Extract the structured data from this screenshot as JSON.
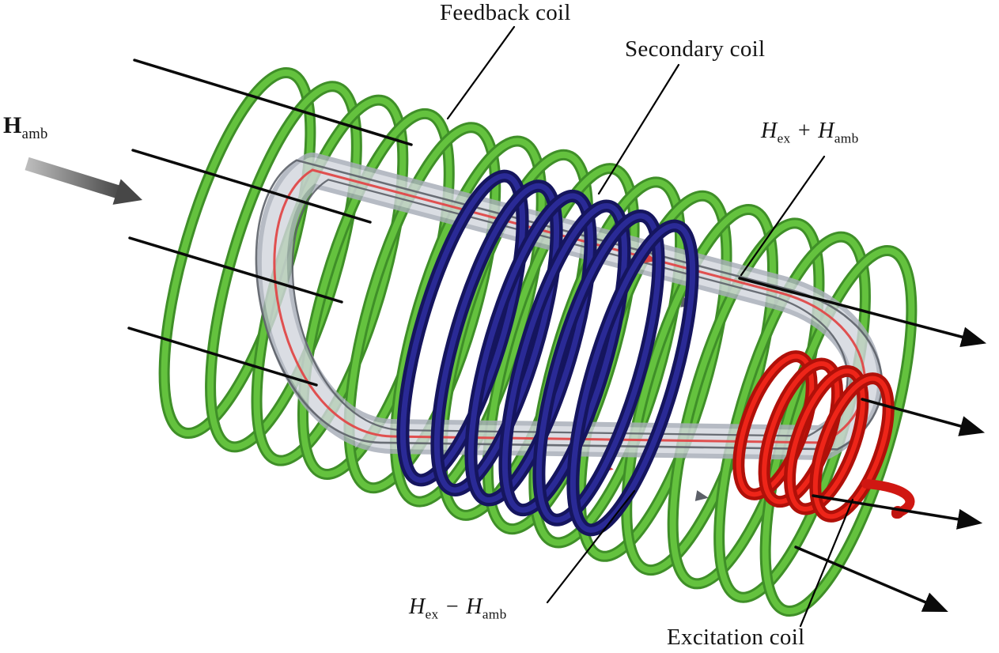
{
  "figure_type": "fluxgate-magnetometer-coil-diagram",
  "labels": {
    "feedback_coil": "Feedback coil",
    "secondary_coil": "Secondary coil",
    "excitation_coil": "Excitation coil",
    "ambient_field": {
      "symbol": "H",
      "sub": "amb"
    },
    "upper_branch_field": {
      "h1": "H",
      "s1": "ex",
      "op": " + ",
      "h2": "H",
      "s2": "amb"
    },
    "lower_branch_field": {
      "h1": "H",
      "s1": "ex",
      "op": " − ",
      "h2": "H",
      "s2": "amb"
    }
  },
  "coils": {
    "feedback": {
      "color": "#64c23e",
      "edge": "#3f8f28",
      "turns": 14
    },
    "secondary": {
      "color": "#2a2a96",
      "edge": "#15155e",
      "turns": 6
    },
    "excitation": {
      "color": "#ee2519",
      "edge": "#b01009",
      "turns": 4
    }
  },
  "core_color": "#d2d6dd",
  "core_edge_color": "#a7adb8",
  "flux_line_red": "#e04848",
  "flux_line_gray": "#5c6068",
  "field_line_color": "#0a0a0a",
  "background": "#ffffff"
}
